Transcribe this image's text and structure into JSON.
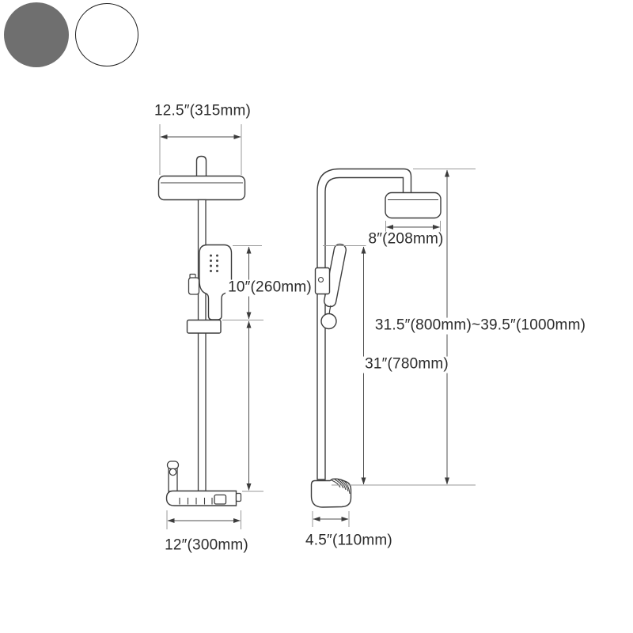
{
  "swatches": {
    "options": [
      {
        "name": "gray",
        "color": "#6f6f6f"
      },
      {
        "name": "white",
        "color": "#ffffff"
      }
    ]
  },
  "labels": {
    "front_head_width": "12.5″(315mm)",
    "handheld_height": "10″(260mm)",
    "front_base_width": "12″(300mm)",
    "side_head_width": "8″(208mm)",
    "total_height_range": "31.5″(800mm)~39.5″(1000mm)",
    "riser_height": "31″(780mm)",
    "side_base_depth": "4.5″(110mm)"
  },
  "colors": {
    "fixture_line": "#3d3d3d",
    "dimension_line": "#4f4f4f",
    "extension_line": "#999999",
    "label_text": "#2b2b2b"
  }
}
